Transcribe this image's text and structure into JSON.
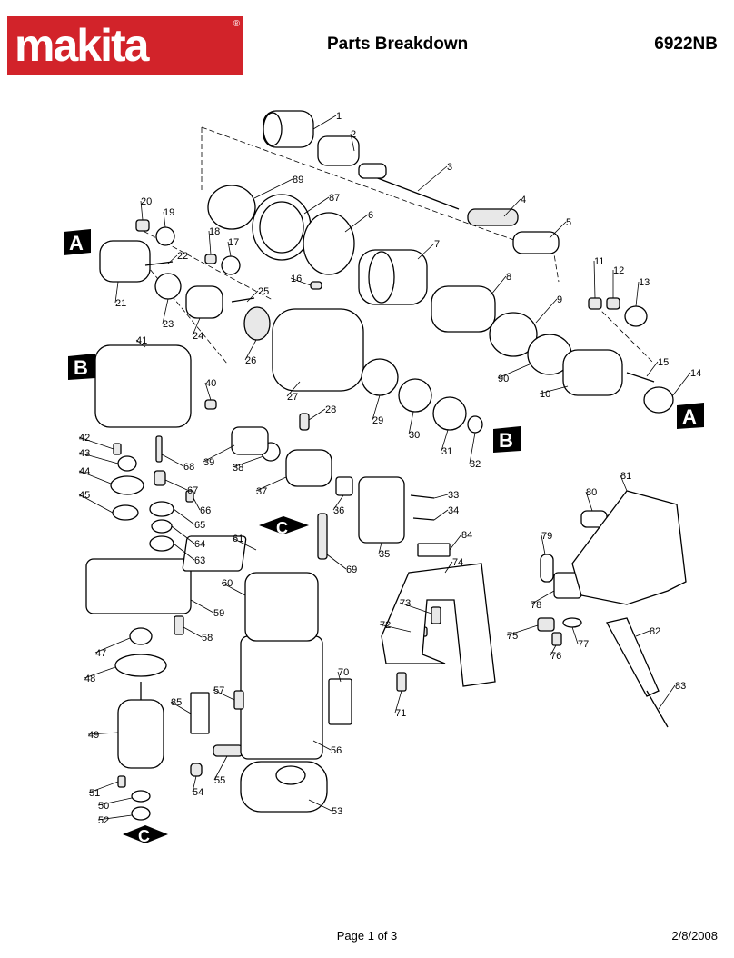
{
  "header": {
    "brand": "makita",
    "title": "Parts Breakdown",
    "model": "6922NB"
  },
  "footer": {
    "page": "Page 1 of 3",
    "date": "2/8/2008"
  },
  "markers": {
    "a": "A",
    "b": "B",
    "c": "C"
  },
  "callouts": [
    "1",
    "2",
    "3",
    "4",
    "5",
    "6",
    "7",
    "8",
    "9",
    "10",
    "11",
    "12",
    "13",
    "14",
    "15",
    "16",
    "17",
    "18",
    "19",
    "20",
    "21",
    "22",
    "23",
    "24",
    "25",
    "26",
    "27",
    "28",
    "29",
    "30",
    "31",
    "32",
    "33",
    "34",
    "35",
    "36",
    "37",
    "38",
    "39",
    "40",
    "41",
    "42",
    "43",
    "44",
    "45",
    "47",
    "48",
    "49",
    "50",
    "51",
    "52",
    "53",
    "54",
    "55",
    "56",
    "57",
    "58",
    "59",
    "60",
    "61",
    "63",
    "64",
    "65",
    "66",
    "67",
    "68",
    "69",
    "70",
    "71",
    "72",
    "73",
    "74",
    "75",
    "76",
    "77",
    "78",
    "79",
    "80",
    "81",
    "82",
    "83",
    "84",
    "85",
    "87",
    "89",
    "90"
  ]
}
